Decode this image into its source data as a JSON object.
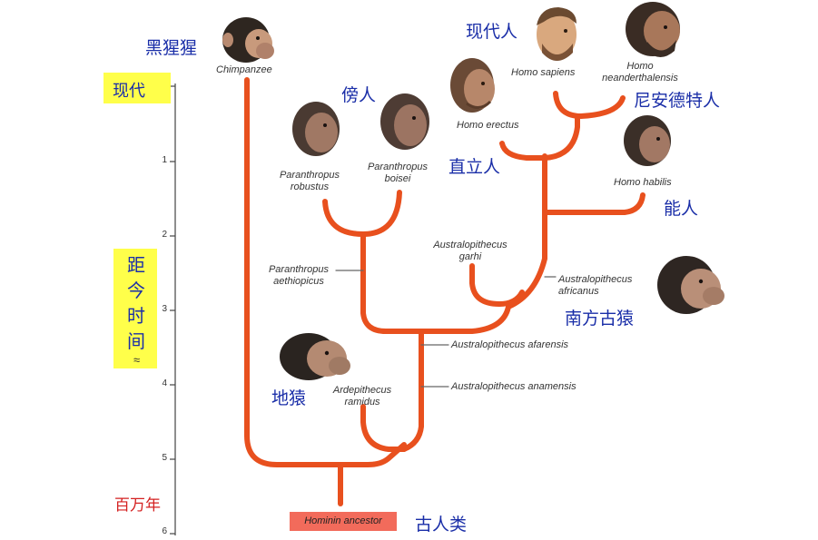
{
  "colors": {
    "branch": "#e8501e",
    "axis": "#444444",
    "label_zh": "#1a2ea8",
    "highlight": "#ffff4a",
    "ancestor_box": "#f26b5b",
    "mya_text": "#d42020"
  },
  "axis": {
    "present_label": "现代",
    "time_label": "距今时间",
    "approx_symbol": "≈",
    "unit_label": "百万年",
    "ticks": [
      "1",
      "2",
      "3",
      "4",
      "5",
      "6"
    ]
  },
  "ancestor": {
    "label": "Hominin ancestor",
    "label_zh": "古人类"
  },
  "species": {
    "chimpanzee": {
      "label": "Chimpanzee",
      "label_zh": "黑猩猩"
    },
    "homo_sapiens": {
      "label": "Homo sapiens",
      "label_zh": "现代人"
    },
    "homo_neanderthalensis": {
      "line1": "Homo",
      "line2": "neanderthalensis",
      "label_zh": "尼安德特人"
    },
    "homo_erectus": {
      "label": "Homo erectus",
      "label_zh": "直立人"
    },
    "homo_habilis": {
      "label": "Homo habilis",
      "label_zh": "能人"
    },
    "paranthropus_robustus": {
      "line1": "Paranthropus",
      "line2": "robustus"
    },
    "paranthropus_boisei": {
      "line1": "Paranthropus",
      "line2": "boisei"
    },
    "paranthropus_group_zh": "傍人",
    "paranthropus_aethiopicus": {
      "line1": "Paranthropus",
      "line2": "aethiopicus"
    },
    "australopithecus_garhi": {
      "line1": "Australopithecus",
      "line2": "garhi"
    },
    "australopithecus_africanus": {
      "line1": "Australopithecus",
      "line2": "africanus",
      "label_zh": "南方古猿"
    },
    "australopithecus_afarensis": {
      "label": "Australopithecus afarensis"
    },
    "australopithecus_anamensis": {
      "label": "Australopithecus anamensis"
    },
    "ardipithecus_ramidus": {
      "line1": "Ardepithecus",
      "line2": "ramidus",
      "label_zh": "地猿"
    }
  },
  "heads": [
    "chimpanzee-head-icon",
    "homo-sapiens-head-icon",
    "neanderthal-head-icon",
    "homo-erectus-head-icon",
    "homo-habilis-head-icon",
    "paranthropus-robustus-head-icon",
    "paranthropus-boisei-head-icon",
    "australopithecus-head-icon",
    "ardipithecus-head-icon"
  ]
}
